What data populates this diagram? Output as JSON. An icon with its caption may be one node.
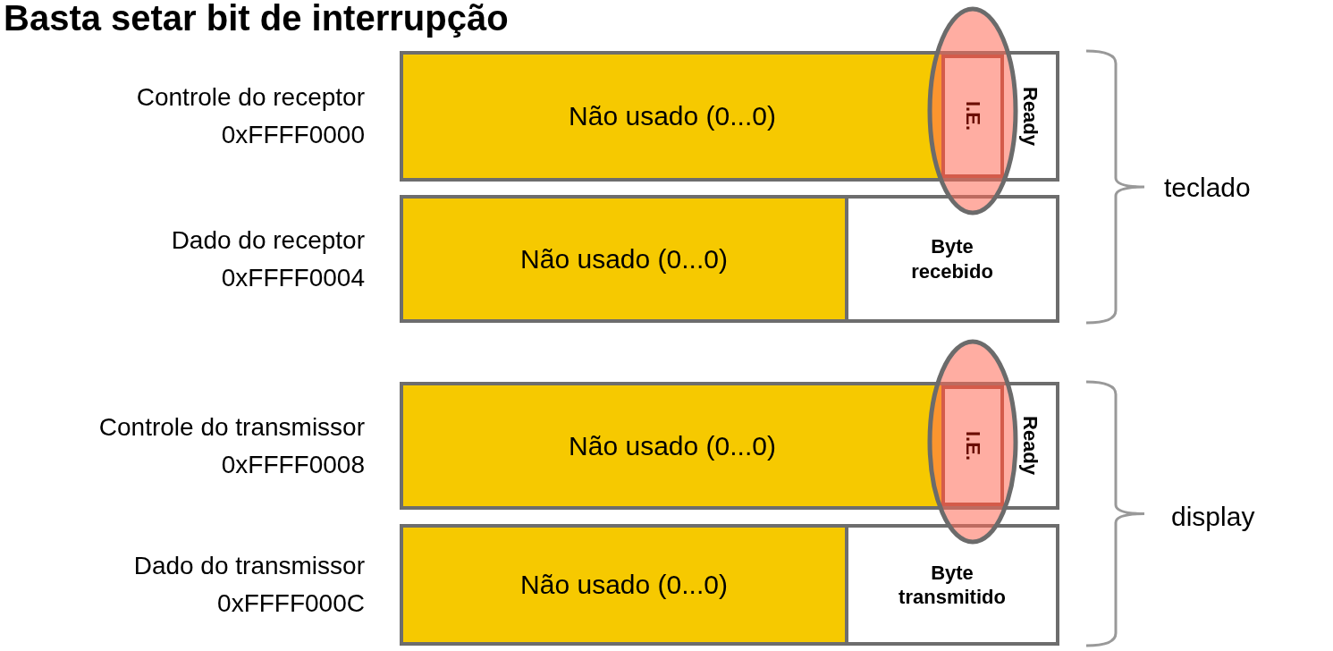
{
  "diagram": {
    "title": "Basta setar bit de interrupção",
    "nodes": [
      {
        "text": [],
        "shape": "box",
        "beside": [
          "Controle do receptor",
          "0xFFFF0000"
        ]
      },
      {
        "text": [
          "Não usado (0...0)"
        ],
        "in": 0
      },
      {
        "text": [
          "I.E."
        ],
        "in": 0
      },
      {
        "text": [
          "Ready"
        ],
        "in": 0
      },
      {
        "text": [],
        "shape": "box",
        "beside": [
          "Dado do receptor",
          "0xFFFF0004"
        ]
      },
      {
        "text": [
          "Não usado (0...0)"
        ],
        "in": 4
      },
      {
        "text": [
          "Byte recebido"
        ],
        "in": 4
      },
      {
        "text": [],
        "shape": "box",
        "beside": [
          "Controle do transmissor",
          "0xFFFF0008"
        ]
      },
      {
        "text": [
          "Não usado (0...0)"
        ],
        "in": 7
      },
      {
        "text": [
          "I.E."
        ],
        "in": 7
      },
      {
        "text": [
          "Ready"
        ],
        "in": 7
      },
      {
        "text": [],
        "shape": "box",
        "beside": [
          "Dado do transmissor",
          "0xFFFF000C"
        ]
      },
      {
        "text": [
          "Não usado (0...0)"
        ],
        "in": 11
      },
      {
        "text": [
          "Byte transmitido"
        ],
        "in": 11
      }
    ],
    "labels": [
      "teclado",
      "display"
    ]
  }
}
